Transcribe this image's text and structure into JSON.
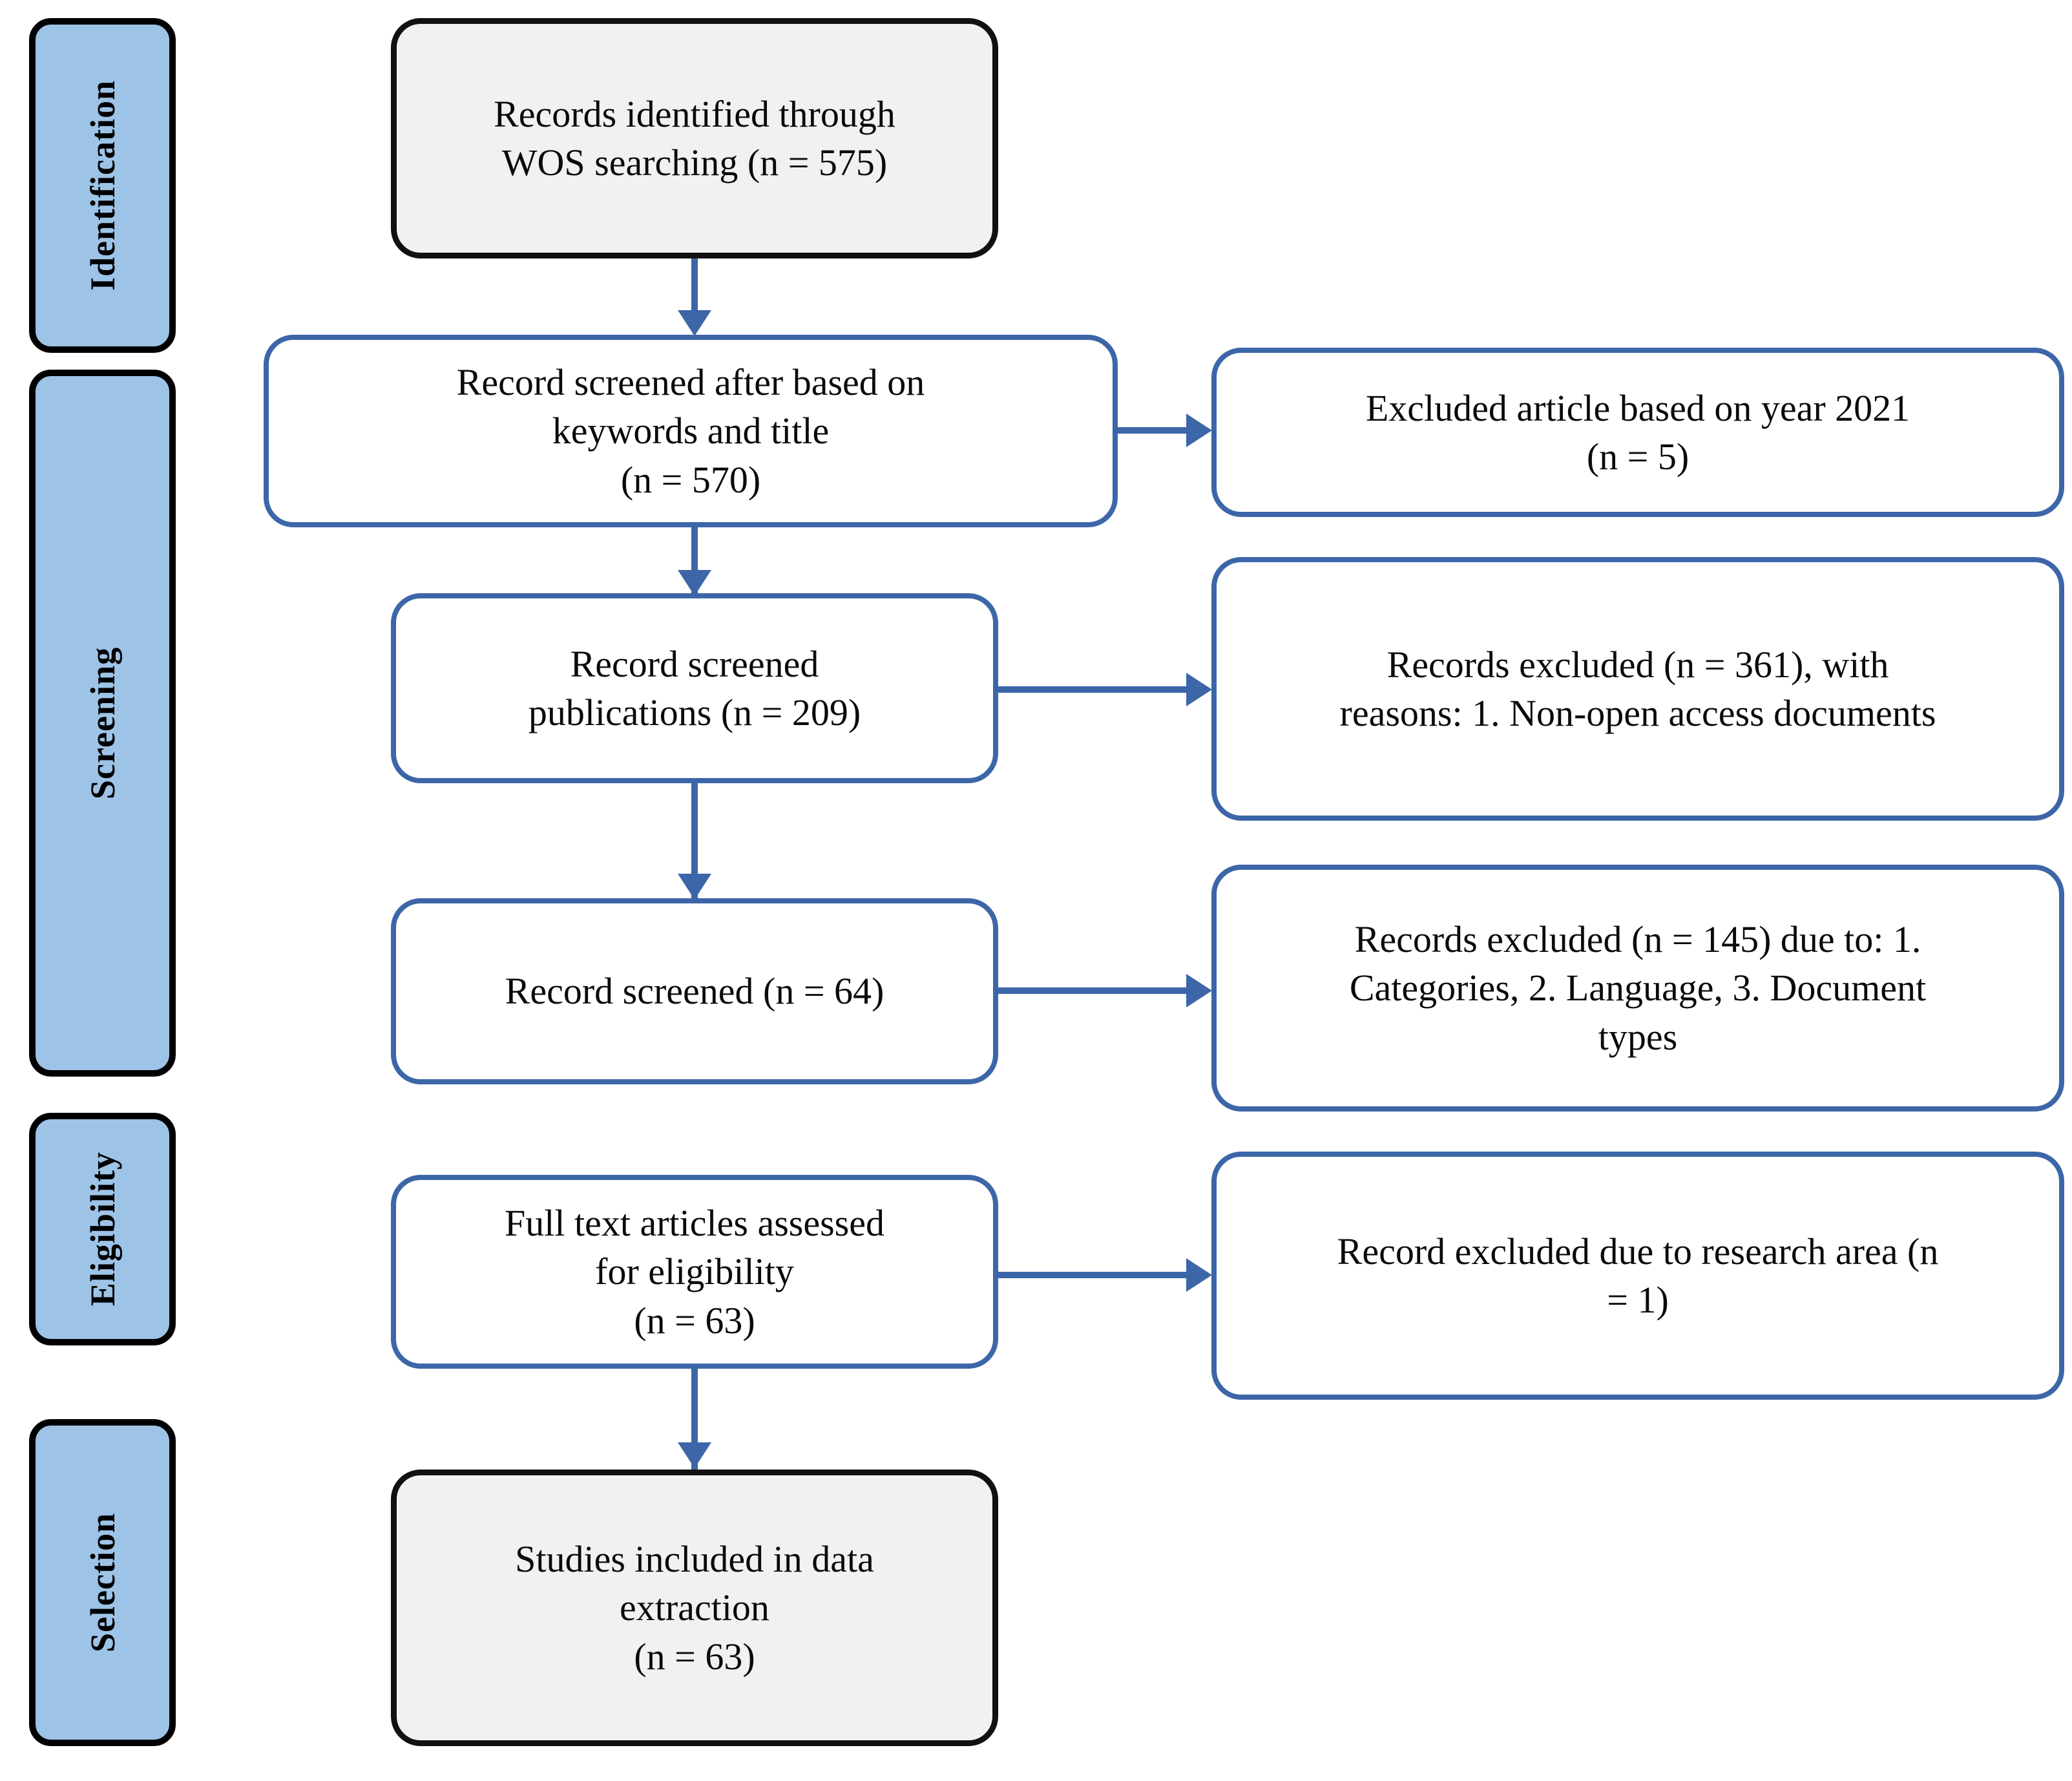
{
  "diagram": {
    "title": "PRISMA study selection flow diagram",
    "colors": {
      "phase_fill": "#9dc3e6",
      "phase_border": "#000000",
      "node_blue_border": "#3c66a8",
      "node_gray_fill": "#f1f1f1",
      "connector": "#3c66a8"
    }
  },
  "phases": [
    {
      "id": "identification",
      "label": "Identification"
    },
    {
      "id": "screening",
      "label": "Screening"
    },
    {
      "id": "eligibility",
      "label": "Eligibility"
    },
    {
      "id": "selection",
      "label": "Selection"
    }
  ],
  "nodes": {
    "identified": {
      "style": "dark",
      "lines": [
        "Records identified through",
        "WOS searching (n = 575)"
      ],
      "count": 575
    },
    "screened_keywords": {
      "style": "blue",
      "lines": [
        "Record screened after based on",
        "keywords and title",
        "(n = 570)"
      ],
      "count": 570
    },
    "excluded_year": {
      "style": "blue",
      "lines": [
        "Excluded article based on year 2021",
        "(n = 5)"
      ],
      "count": 5
    },
    "screened_publications": {
      "style": "blue",
      "lines": [
        "Record screened",
        "publications (n = 209)"
      ],
      "count": 209
    },
    "excluded_nonopen": {
      "style": "blue",
      "lines": [
        "Records excluded (n = 361), with",
        "reasons: 1. Non-open access documents"
      ],
      "count": 361
    },
    "record_screened": {
      "style": "blue",
      "lines": [
        "Record screened (n = 64)"
      ],
      "count": 64
    },
    "excluded_categories": {
      "style": "blue",
      "lines": [
        "Records excluded  (n = 145) due to: 1.",
        "Categories, 2. Language, 3. Document",
        "types"
      ],
      "count": 145
    },
    "fulltext_assessed": {
      "style": "blue",
      "lines": [
        "Full text articles assessed",
        "for eligibility",
        "(n = 63)"
      ],
      "count": 63
    },
    "excluded_research_area": {
      "style": "blue",
      "lines": [
        "Record excluded due to research area (n",
        "= 1)"
      ],
      "count": 1
    },
    "included": {
      "style": "dark",
      "lines": [
        "Studies included in data",
        "extraction",
        "(n = 63)"
      ],
      "count": 63
    }
  },
  "connectors": [
    {
      "id": "identified-to-screened_keywords",
      "type": "arrow-down"
    },
    {
      "id": "screened_keywords-to-excluded_year",
      "type": "arrow-right"
    },
    {
      "id": "screened_keywords-to-screened_publications",
      "type": "arrow-down"
    },
    {
      "id": "screened_publications-to-excluded_nonopen",
      "type": "arrow-right"
    },
    {
      "id": "screened_publications-to-record_screened",
      "type": "arrow-down"
    },
    {
      "id": "record_screened-to-excluded_categories",
      "type": "arrow-right"
    },
    {
      "id": "fulltext_assessed-to-excluded_research_area",
      "type": "arrow-right"
    },
    {
      "id": "fulltext_assessed-to-included",
      "type": "arrow-down"
    }
  ]
}
